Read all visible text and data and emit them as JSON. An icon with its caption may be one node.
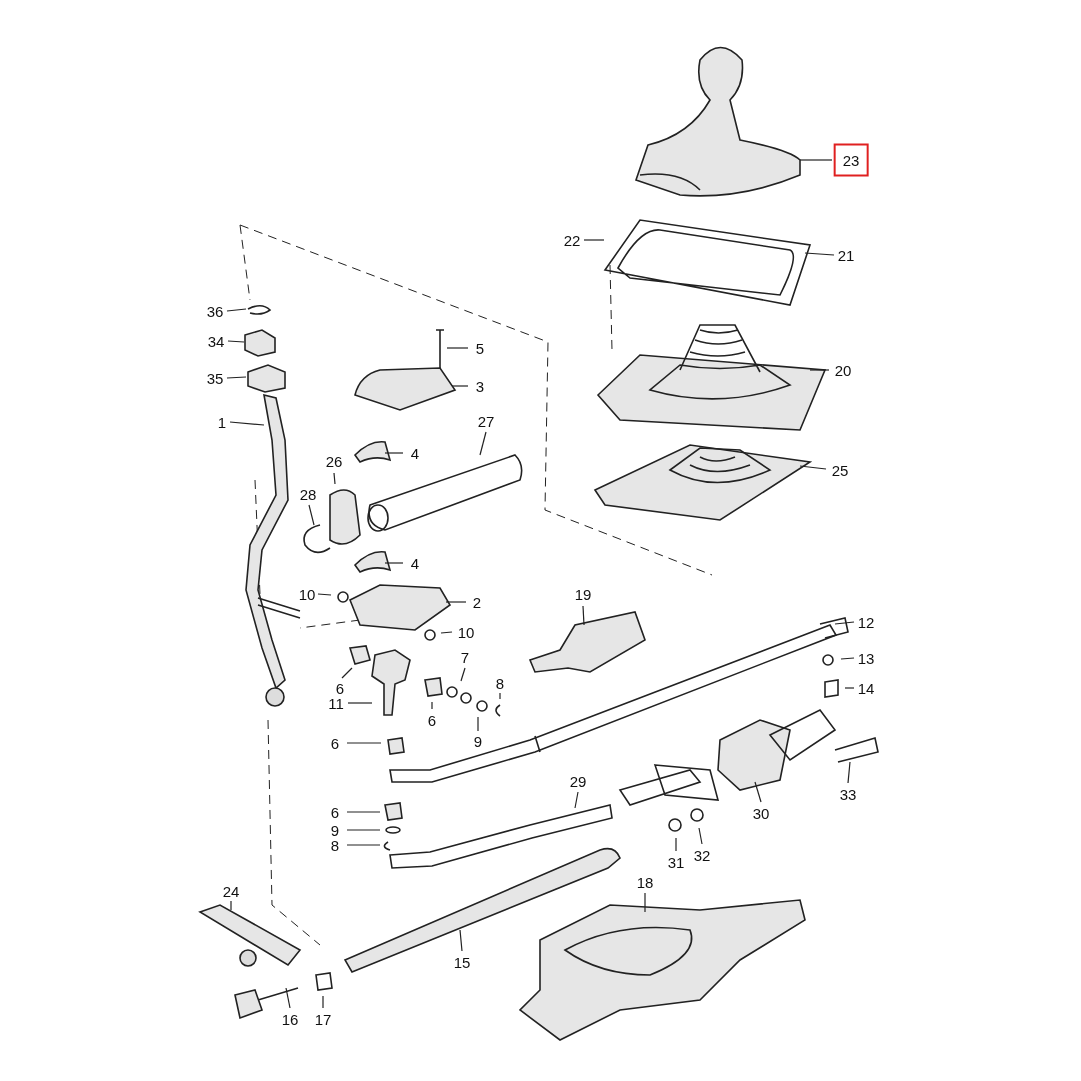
{
  "diagram": {
    "nodes": [
      {
        "text": [
          "23"
        ]
      },
      {
        "text": [
          "22"
        ]
      },
      {
        "text": [
          "21"
        ]
      },
      {
        "text": [
          "36"
        ]
      },
      {
        "text": [
          "34"
        ]
      },
      {
        "text": [
          "5"
        ]
      },
      {
        "text": [
          "20"
        ]
      },
      {
        "text": [
          "35"
        ]
      },
      {
        "text": [
          "3"
        ]
      },
      {
        "text": [
          "27"
        ]
      },
      {
        "text": [
          "1"
        ]
      },
      {
        "text": [
          "4"
        ]
      },
      {
        "text": [
          "26"
        ]
      },
      {
        "text": [
          "25"
        ]
      },
      {
        "text": [
          "28"
        ]
      },
      {
        "text": [
          "4"
        ]
      },
      {
        "text": [
          "19"
        ]
      },
      {
        "text": [
          "10"
        ]
      },
      {
        "text": [
          "2"
        ]
      },
      {
        "text": [
          "12"
        ]
      },
      {
        "text": [
          "10"
        ]
      },
      {
        "text": [
          "7"
        ]
      },
      {
        "text": [
          "13"
        ]
      },
      {
        "text": [
          "6"
        ]
      },
      {
        "text": [
          "8"
        ]
      },
      {
        "text": [
          "14"
        ]
      },
      {
        "text": [
          "11"
        ]
      },
      {
        "text": [
          "6"
        ]
      },
      {
        "text": [
          "9"
        ]
      },
      {
        "text": [
          "6"
        ]
      },
      {
        "text": [
          "29"
        ]
      },
      {
        "text": [
          "33"
        ]
      },
      {
        "text": [
          "6"
        ]
      },
      {
        "text": [
          "30"
        ]
      },
      {
        "text": [
          "9"
        ]
      },
      {
        "text": [
          "8"
        ]
      },
      {
        "text": [
          "32"
        ]
      },
      {
        "text": [
          "31"
        ]
      },
      {
        "text": [
          "18"
        ]
      },
      {
        "text": [
          "24"
        ]
      },
      {
        "text": [
          "15"
        ]
      },
      {
        "text": [
          "16"
        ]
      },
      {
        "text": [
          "17"
        ]
      }
    ],
    "edges": [
      {
        "from": 0,
        "to": null,
        "arrow": "none"
      },
      {
        "from": 1,
        "to": null,
        "arrow": "none"
      },
      {
        "from": 2,
        "to": null,
        "arrow": "none"
      },
      {
        "from": 3,
        "to": null,
        "arrow": "none"
      },
      {
        "from": 4,
        "to": null,
        "arrow": "none"
      },
      {
        "from": 5,
        "to": null,
        "arrow": "none"
      },
      {
        "from": 6,
        "to": null,
        "arrow": "none"
      },
      {
        "from": 7,
        "to": null,
        "arrow": "none"
      },
      {
        "from": 8,
        "to": null,
        "arrow": "none"
      },
      {
        "from": 9,
        "to": null,
        "arrow": "none"
      },
      {
        "from": 10,
        "to": null,
        "arrow": "none"
      },
      {
        "from": 11,
        "to": null,
        "arrow": "none"
      },
      {
        "from": 12,
        "to": null,
        "arrow": "none"
      },
      {
        "from": 13,
        "to": null,
        "arrow": "none"
      },
      {
        "from": 14,
        "to": null,
        "arrow": "none"
      },
      {
        "from": 15,
        "to": null,
        "arrow": "none"
      },
      {
        "from": 16,
        "to": null,
        "arrow": "none"
      },
      {
        "from": 17,
        "to": null,
        "arrow": "none"
      },
      {
        "from": 18,
        "to": null,
        "arrow": "none"
      },
      {
        "from": 19,
        "to": null,
        "arrow": "none"
      },
      {
        "from": 20,
        "to": null,
        "arrow": "none"
      },
      {
        "from": 21,
        "to": null,
        "arrow": "none"
      },
      {
        "from": 22,
        "to": null,
        "arrow": "none"
      },
      {
        "from": 23,
        "to": null,
        "arrow": "none"
      },
      {
        "from": 24,
        "to": null,
        "arrow": "none"
      },
      {
        "from": 25,
        "to": null,
        "arrow": "none"
      },
      {
        "from": 26,
        "to": null,
        "arrow": "none"
      },
      {
        "from": 27,
        "to": null,
        "arrow": "none"
      },
      {
        "from": 28,
        "to": null,
        "arrow": "none"
      },
      {
        "from": 29,
        "to": null,
        "arrow": "none"
      },
      {
        "from": 30,
        "to": null,
        "arrow": "none"
      },
      {
        "from": 31,
        "to": null,
        "arrow": "none"
      },
      {
        "from": 32,
        "to": null,
        "arrow": "none"
      },
      {
        "from": 33,
        "to": null,
        "arrow": "none"
      },
      {
        "from": 34,
        "to": null,
        "arrow": "none"
      },
      {
        "from": 35,
        "to": null,
        "arrow": "none"
      },
      {
        "from": 36,
        "to": null,
        "arrow": "none"
      },
      {
        "from": 37,
        "to": null,
        "arrow": "none"
      },
      {
        "from": 38,
        "to": null,
        "arrow": "none"
      },
      {
        "from": 39,
        "to": null,
        "arrow": "none"
      },
      {
        "from": 40,
        "to": null,
        "arrow": "none"
      },
      {
        "from": 41,
        "to": null,
        "arrow": "none"
      },
      {
        "from": 42,
        "to": null,
        "arrow": "none"
      }
    ]
  }
}
